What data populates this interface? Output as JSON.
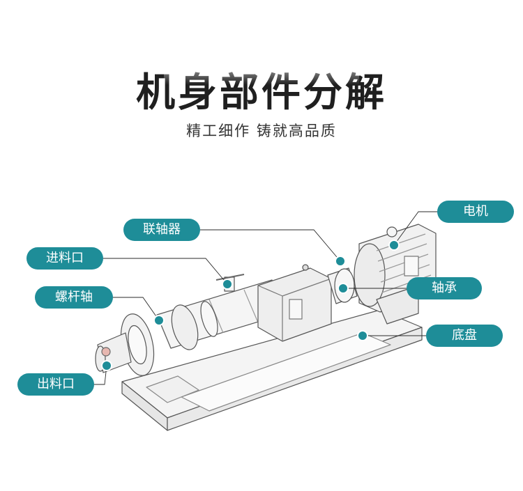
{
  "title": "机身部件分解",
  "subtitle": "精工细作 铸就高品质",
  "accent_color": "#1e8d98",
  "labels": {
    "motor": "电机",
    "coupling": "联轴器",
    "inlet": "进料口",
    "bearing": "轴承",
    "screw_shaft": "螺杆轴",
    "base": "底盘",
    "outlet": "出料口"
  }
}
